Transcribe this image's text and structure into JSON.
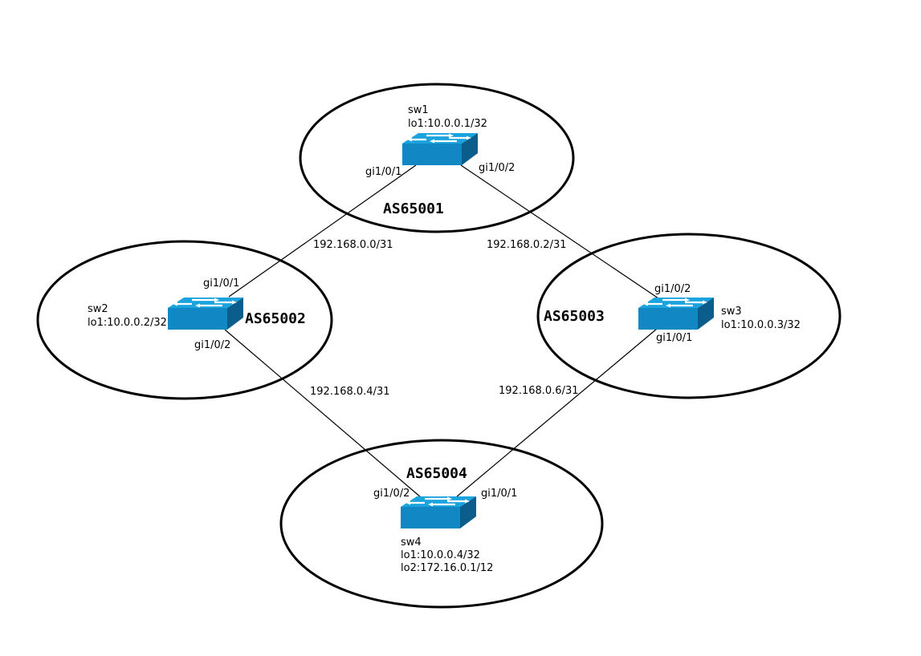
{
  "colors": {
    "switch_top": "#1ba3dd",
    "switch_front": "#1187c4",
    "switch_side": "#0b5d8b",
    "switch_arrow": "#ffffff",
    "line": "#000000"
  },
  "autonomous_systems": [
    {
      "label": "AS65001"
    },
    {
      "label": "AS65002"
    },
    {
      "label": "AS65003"
    },
    {
      "label": "AS65004"
    }
  ],
  "switches": [
    {
      "name": "sw1",
      "loopbacks": [
        "lo1:10.0.0.1/32"
      ],
      "icon": "switch-icon"
    },
    {
      "name": "sw2",
      "loopbacks": [
        "lo1:10.0.0.2/32"
      ],
      "icon": "switch-icon"
    },
    {
      "name": "sw3",
      "loopbacks": [
        "lo1:10.0.0.3/32"
      ],
      "icon": "switch-icon"
    },
    {
      "name": "sw4",
      "loopbacks": [
        "lo1:10.0.0.4/32",
        "lo2:172.16.0.1/12"
      ],
      "icon": "switch-icon"
    }
  ],
  "links": [
    {
      "subnet": "192.168.0.0/31",
      "a_port": "gi1/0/1",
      "b_port": "gi1/0/1"
    },
    {
      "subnet": "192.168.0.2/31",
      "a_port": "gi1/0/2",
      "b_port": "gi1/0/2"
    },
    {
      "subnet": "192.168.0.4/31",
      "a_port": "gi1/0/2",
      "b_port": "gi1/0/2"
    },
    {
      "subnet": "192.168.0.6/31",
      "a_port": "gi1/0/1",
      "b_port": "gi1/0/1"
    }
  ]
}
